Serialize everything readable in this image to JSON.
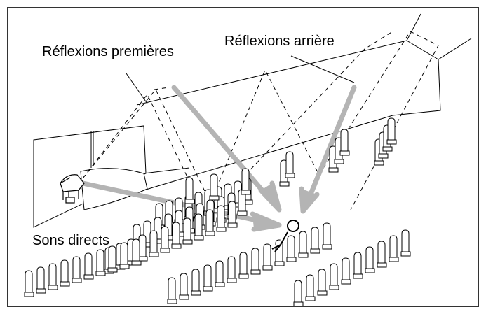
{
  "labels": {
    "early_reflections": "Réflexions premières",
    "rear_reflections": "Réflexions arrière",
    "direct_sounds": "Sons directs"
  },
  "colors": {
    "arrow": "#b4b4b4",
    "line": "#000000",
    "frame": "#333333"
  },
  "icons": {
    "piano": "grand-piano-icon",
    "listener": "listener-icon"
  }
}
